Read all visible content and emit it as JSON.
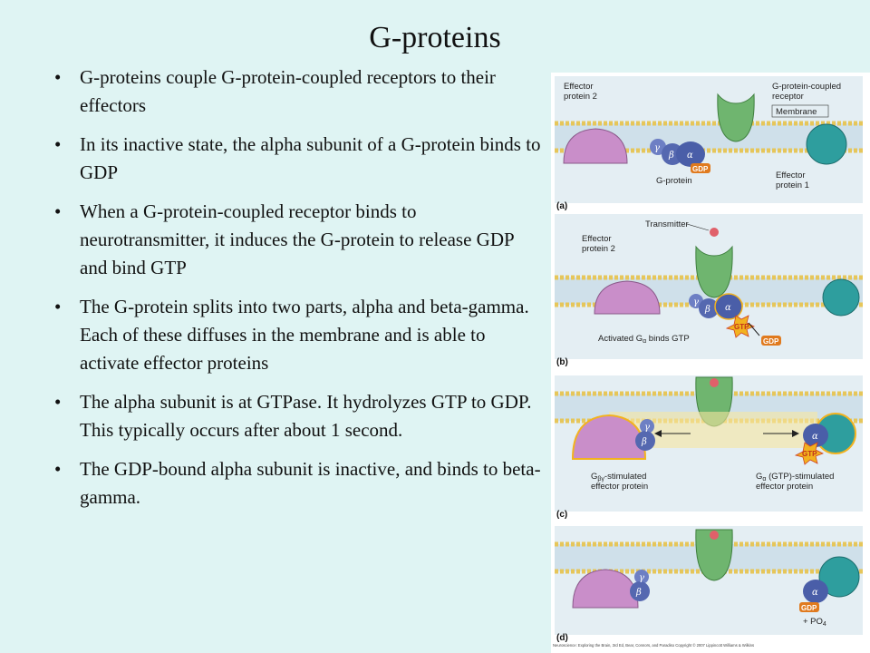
{
  "title": "G-proteins",
  "bullets": [
    "G-proteins couple G-protein-coupled receptors to their effectors",
    "In its inactive state, the alpha subunit of a G-protein binds to GDP",
    "When a G-protein-coupled receptor binds to neurotransmitter, it induces the G-protein to release GDP and bind GTP",
    "The G-protein splits into two parts, alpha and beta-gamma.  Each of these diffuses in the membrane and is able to activate effector proteins",
    "The alpha subunit is at GTPase.  It hydrolyzes GTP to GDP.  This typically occurs after about 1 second.",
    "The GDP-bound alpha subunit is inactive, and binds to beta-gamma."
  ],
  "figure": {
    "panel_a": {
      "tag": "(a)",
      "effector2": [
        "Effector",
        "protein 2"
      ],
      "receptor": [
        "G-protein-coupled",
        "receptor"
      ],
      "membrane": "Membrane",
      "gprotein": "G-protein",
      "effector1": [
        "Effector",
        "protein 1"
      ],
      "gdp": "GDP"
    },
    "panel_b": {
      "tag": "(b)",
      "transmitter": "Transmitter",
      "effector2": [
        "Effector",
        "protein 2"
      ],
      "activated": "Activated G",
      "activated_sub": "α",
      "activated_rest": " binds GTP",
      "gtp": "GTP",
      "gdp": "GDP"
    },
    "panel_c": {
      "tag": "(c)",
      "left_label": [
        "G",
        "-stimulated",
        "effector protein"
      ],
      "left_sub": "βγ",
      "right_label": [
        "G",
        " (GTP)-stimulated",
        "effector protein"
      ],
      "right_sub": "α",
      "gtp": "GTP"
    },
    "panel_d": {
      "tag": "(d)",
      "gdp": "GDP",
      "po4": "+ PO",
      "po4_sub": "4"
    },
    "subunits": {
      "alpha": "α",
      "beta": "β",
      "gamma": "γ"
    },
    "credit": "Neuroscience: Exploring the Brain, 3rd Ed, Bear, Connors, and Paradiso  Copyright © 2007 Lippincott Williams & Wilkins"
  },
  "colors": {
    "background": "#dff4f3",
    "membrane_band": "#cfe0ea",
    "lipid_head": "#e6c65a",
    "receptor": "#6fb56f",
    "effector2": "#c98ec9",
    "effector1": "#2e9e9e",
    "gprotein": "#4a5ea8",
    "gdp_tag": "#e07a1e",
    "gtp_burst": "#f2b21f"
  }
}
